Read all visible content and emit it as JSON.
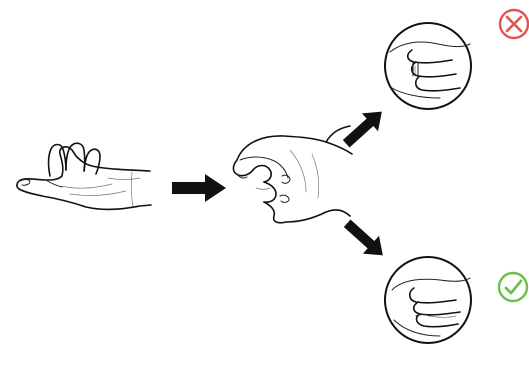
{
  "diagram": {
    "steps": [
      {
        "name": "open-hand",
        "state": "fingers extended"
      },
      {
        "name": "closed-fist",
        "state": "fingers curled"
      }
    ],
    "outcomes": [
      {
        "name": "incorrect",
        "icon": "x-icon",
        "color": "#e0554f"
      },
      {
        "name": "correct",
        "icon": "check-icon",
        "color": "#6cc04a"
      }
    ]
  }
}
